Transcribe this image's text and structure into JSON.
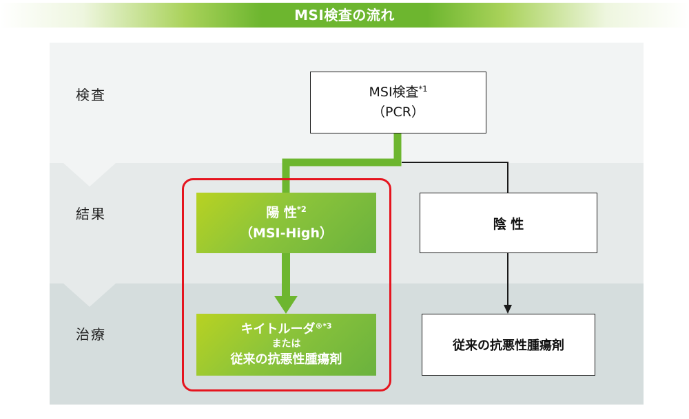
{
  "header": {
    "title": "MSI検査の流れ"
  },
  "stages": {
    "test": "検査",
    "result": "結果",
    "treatment": "治療"
  },
  "boxes": {
    "msi_test": {
      "text": "MSI検査",
      "sup": "*1",
      "line2": "（PCR）"
    },
    "positive": {
      "text": "陽 性",
      "sup": "*2",
      "line2": "（MSI-High）"
    },
    "negative": {
      "text": "陰 性"
    },
    "keytruda": {
      "text": "キイトルーダ",
      "sup": "®*3",
      "line2": "または",
      "line3": "従来の抗悪性腫瘍剤"
    },
    "conventional": {
      "text": "従来の抗悪性腫瘍剤"
    }
  },
  "colors": {
    "highlight_border": "#e5141e",
    "green_path": "#6db62f",
    "green_box_start": "#b8d222",
    "green_box_end": "#6ab23e",
    "band_top": "#f2f4f4",
    "band_middle": "#e6eaea",
    "band_bottom": "#d5dddd"
  }
}
